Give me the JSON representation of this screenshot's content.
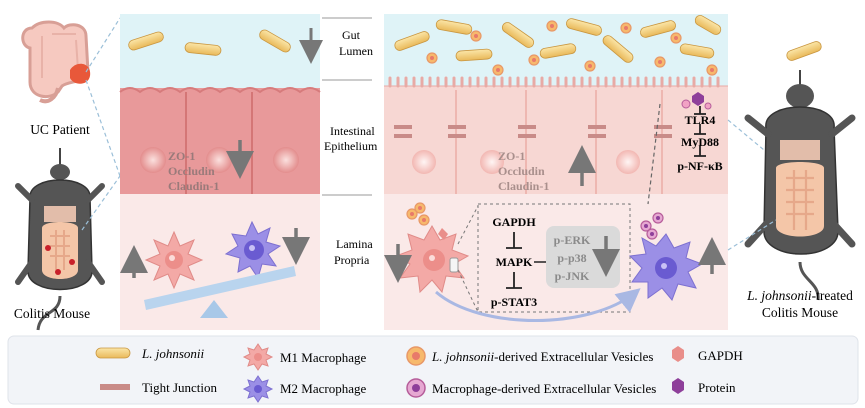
{
  "labels": {
    "uc_patient": "UC Patient",
    "colitis_mouse": "Colitis Mouse",
    "treated_species": "L. johnsonii",
    "treated_suffix": "-treated",
    "treated_line2": "Colitis Mouse",
    "gut_lumen_1": "Gut",
    "gut_lumen_2": "Lumen",
    "intestinal_1": "Intestinal",
    "intestinal_2": "Epithelium",
    "lamina_1": "Lamina",
    "lamina_2": "Propria"
  },
  "tight_junction_proteins": [
    "ZO-1",
    "Occludin",
    "Claudin-1"
  ],
  "signaling": {
    "tlr4": "TLR4",
    "myd88": "MyD88",
    "nfkb": "p-NF-κB",
    "gapdh": "GAPDH",
    "mapk": "MAPK",
    "stat3": "p-STAT3",
    "erk": "p-ERK",
    "p38": "p-p38",
    "jnk": "p-JNK"
  },
  "legend": {
    "ljohnsonii": "L. johnsonii",
    "m1": "M1 Macrophage",
    "ljev_species": "L. johnsonii",
    "ljev_suffix": "-derived Extracellular Vesicles",
    "gapdh": "GAPDH",
    "tight_junction": "Tight Junction",
    "m2": "M2 Macrophage",
    "mev": "Macrophage-derived Extracellular Vesicles",
    "protein": "Protein"
  },
  "colors": {
    "lumen": "#dff3f7",
    "epithelium_left": "#e8999a",
    "epithelium_right": "#f7d7d3",
    "lamina": "#fae9e8",
    "bacteria": "#f4cf7a",
    "m1": "#f3a9a6",
    "m2": "#9b8fe6",
    "protein": "#8e3f9a",
    "gapdh": "#e98e8a",
    "tight_junction": "#c98b88",
    "arrow": "#777777"
  }
}
